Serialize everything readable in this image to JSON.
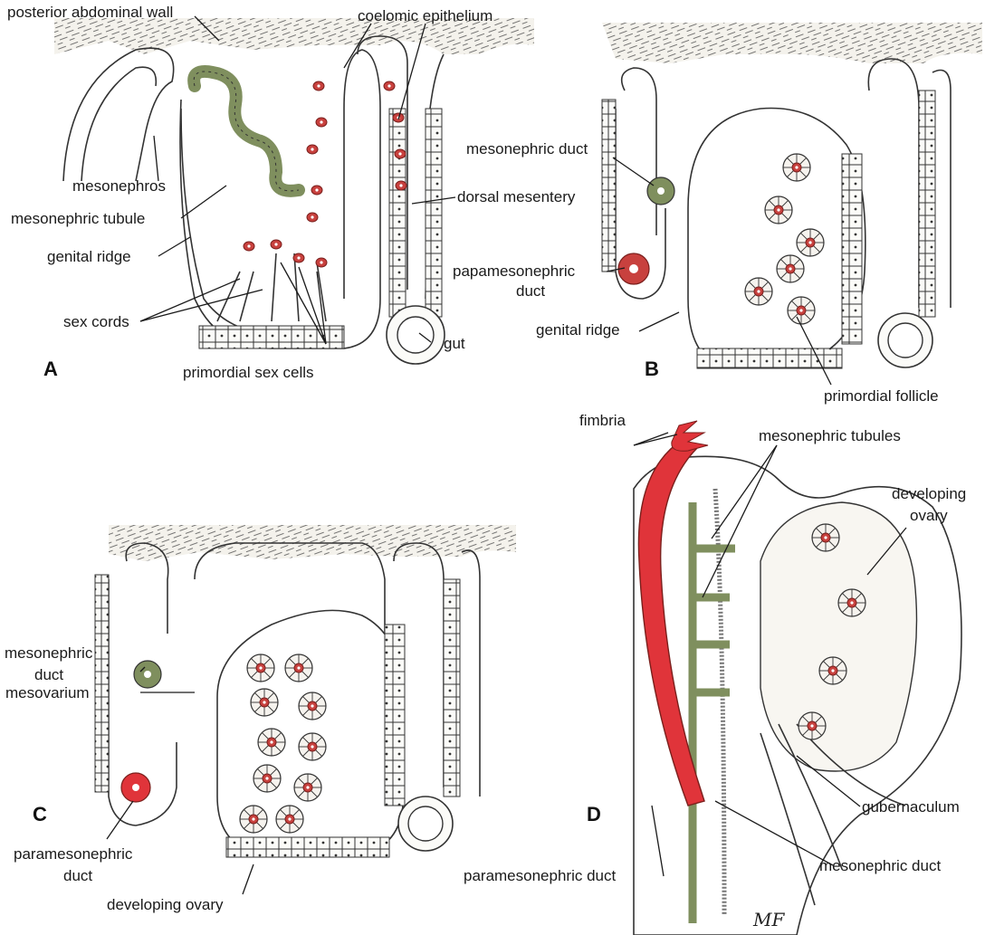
{
  "colors": {
    "paramesonephric": "#e0343a",
    "mesonephric": "#7f8f5e",
    "primordial_cell": "#c8413e",
    "tissue_bg": "#f4f2ec",
    "line": "#333333"
  },
  "panels": {
    "A": {
      "letter": "A",
      "labels": {
        "posterior_abdominal_wall": "posterior abdominal wall",
        "coelomic_epithelium": "coelomic epithelium",
        "mesonephros": "mesonephros",
        "mesonephric_tubule": "mesonephric tubule",
        "dorsal_mesentery": "dorsal mesentery",
        "genital_ridge": "genital ridge",
        "sex_cords": "sex cords",
        "primordial_sex_cells": "primordial sex cells",
        "gut": "gut"
      }
    },
    "B": {
      "letter": "B",
      "labels": {
        "mesonephric_duct": "mesonephric duct",
        "papamesonephric_duct_line1": "papamesonephric",
        "papamesonephric_duct_line2": "duct",
        "genital_ridge": "genital ridge",
        "primordial_follicle": "primordial follicle"
      }
    },
    "C": {
      "letter": "C",
      "labels": {
        "mesonephric_duct_line1": "mesonephric",
        "mesonephric_duct_line2": "duct",
        "mesovarium": "mesovarium",
        "paramesonephric_duct_line1": "paramesonephric",
        "paramesonephric_duct_line2": "duct",
        "developing_ovary": "developing ovary"
      }
    },
    "D": {
      "letter": "D",
      "labels": {
        "fimbria": "fimbria",
        "mesonephric_tubules": "mesonephric tubules",
        "developing_ovary_line1": "developing",
        "developing_ovary_line2": "ovary",
        "gubernaculum": "gubernaculum",
        "paramesonephric_duct": "paramesonephric duct",
        "mesonephric_duct": "mesonephric duct"
      }
    }
  },
  "signature": "MF"
}
